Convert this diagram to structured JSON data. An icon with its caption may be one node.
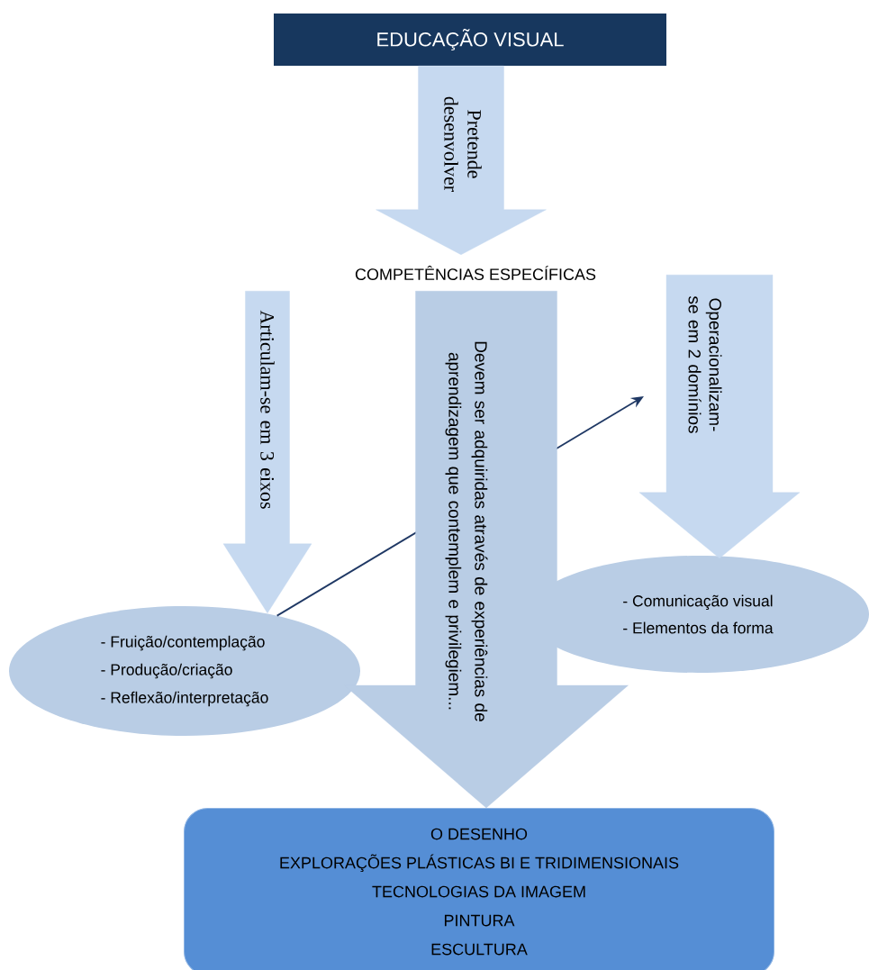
{
  "diagram": {
    "nodes": [
      {
        "text": [
          "EDUCAÇÃO VISUAL"
        ]
      },
      {
        "text": [
          "COMPETÊNCIAS ESPECÍFICAS"
        ]
      },
      {
        "text": [
          "- Fruição/contemplação",
          "- Produção/criação",
          "- Reflexão/interpretação"
        ]
      },
      {
        "text": [
          "- Comunicação visual",
          "- Elementos da forma"
        ]
      },
      {
        "text": [
          "O DESENHO",
          "EXPLORAÇÕES PLÁSTICAS BI E TRIDIMENSIONAIS",
          "TECNOLOGIAS DA IMAGEM",
          "PINTURA",
          "ESCULTURA"
        ]
      }
    ],
    "edges": [
      {
        "from": 0,
        "to": 1,
        "arrow": "to",
        "label": "Pretende desenvolver"
      },
      {
        "from": 1,
        "to": 2,
        "arrow": "to",
        "label": "Articulam-se em 3 eixos"
      },
      {
        "from": 1,
        "to": 3,
        "arrow": "to",
        "label": "Operacionalizam-se em 2 domínios"
      },
      {
        "from": 1,
        "to": 4,
        "arrow": "to",
        "label": "Devem ser adquiridas através de experiências de aprendizagem que contemplem e privilegiem..."
      },
      {
        "from": 2,
        "to": null,
        "arrow": "to",
        "color": "#1f3864"
      }
    ]
  }
}
